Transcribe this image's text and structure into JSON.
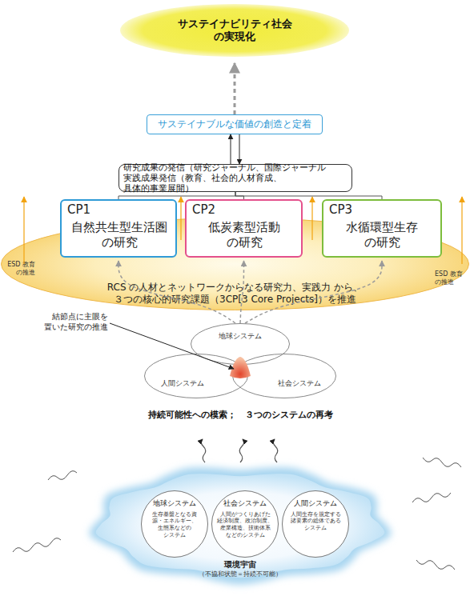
{
  "diagram": {
    "nodes": [
      {
        "text": [
          "サステイナビリティ社会 の実現化"
        ]
      },
      {
        "text": [
          "サステイナブルな価値の創造と定着"
        ]
      },
      {
        "text": [
          "研究成果の発信（研究ジャーナル、国際ジャーナル 実践成果発信（教育、社会的人材育成、具体的事業展開）"
        ]
      },
      {
        "text": [
          "CP1",
          "自然共生型生活圏 の研究"
        ]
      },
      {
        "text": [
          "CP2",
          "低炭素型活動 の研究"
        ]
      },
      {
        "text": [
          "CP3",
          "水循環型生存 の研究"
        ]
      },
      {
        "text": [
          "RCS の人材とネットワークからなる研究力、実践力 から、３つの核心的研究課題（3CP[3 Core Projects]）を推進"
        ]
      },
      {
        "text": [
          "地球システム"
        ]
      },
      {
        "text": [
          "人間システム"
        ]
      },
      {
        "text": [
          "社会システム"
        ]
      },
      {
        "text": [
          "環境宇宙",
          "（不協和状態＝持続不可能）"
        ]
      },
      {
        "text": [
          "地球システム",
          "生存基盤となる資 源・エネルギー、 生態系などの システム"
        ],
        "in": 10
      },
      {
        "text": [
          "社会システム",
          "人間がつくりあげた 経済制度、政治制度、 産業構造、技術体系 などのシステム"
        ],
        "in": 10
      },
      {
        "text": [
          "人間システム",
          "人間生存を規定する 諸要素の総体である システム"
        ],
        "in": 10
      }
    ],
    "edges": [
      {
        "from": 1,
        "to": 0,
        "arrow": "to"
      },
      {
        "from": 2,
        "to": 1,
        "arrow": "to"
      },
      {
        "from": 1,
        "to": 2,
        "arrow": "to"
      },
      {
        "from": 2,
        "to": 3,
        "arrow": "none"
      },
      {
        "from": 2,
        "to": 4,
        "arrow": "none"
      },
      {
        "from": 2,
        "to": 5,
        "arrow": "none"
      },
      {
        "from": 7,
        "to": 3,
        "arrow": "to"
      },
      {
        "from": 7,
        "to": 4,
        "arrow": "to"
      },
      {
        "from": 7,
        "to": 5,
        "arrow": "to"
      }
    ],
    "labels": [
      "ESD 教育 の推進",
      "ESD 教育 の推進",
      "結節点に主眼を 置いた研究の推進",
      "持続可能性への模索；　３つのシステムの再考"
    ]
  }
}
